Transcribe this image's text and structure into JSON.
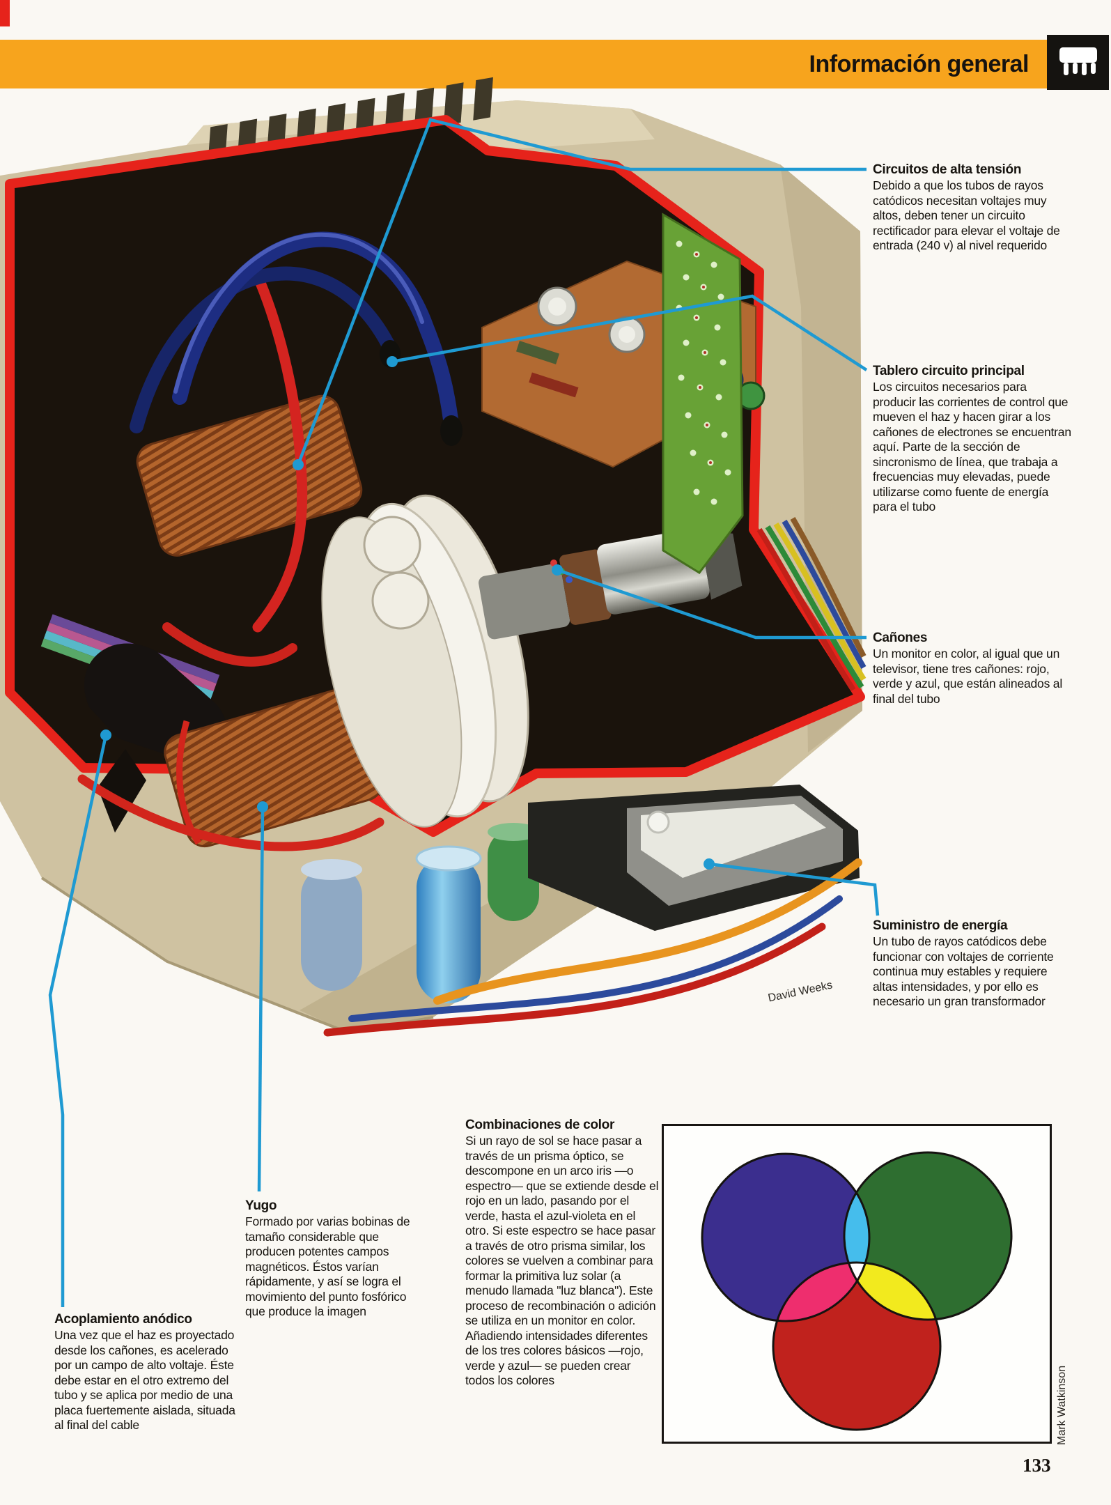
{
  "header": {
    "title": "Información general",
    "bar_color": "#f7a41d",
    "chip_icon": "ic-chip-icon"
  },
  "page": {
    "number": "133"
  },
  "colors": {
    "accent_orange": "#f7a41d",
    "accent_red": "#e6231b",
    "callout_blue": "#1f9ad2",
    "case_beige": "#cfc2a1",
    "text": "#17140f"
  },
  "callouts": [
    {
      "title": "Circuitos de alta tensión",
      "body": "Debido a que los tubos de rayos catódicos necesitan voltajes muy altos, deben tener un circuito rectificador para elevar el voltaje de entrada (240 v) al nivel requerido"
    },
    {
      "title": "Tablero circuito principal",
      "body": "Los circuitos necesarios para producir las corrientes de control que mueven el haz y hacen girar a los cañones de electrones se encuentran aquí. Parte de la sección de sincronismo de línea, que trabaja a frecuencias muy elevadas, puede utilizarse como fuente de energía para el tubo"
    },
    {
      "title": "Cañones",
      "body": "Un monitor en color, al igual que un televisor, tiene tres cañones: rojo, verde y azul, que están alineados al final del tubo"
    },
    {
      "title": "Suministro de energía",
      "body": "Un tubo de rayos catódicos debe funcionar con voltajes de corriente continua muy estables y requiere altas intensidades, y por ello es necesario un gran transformador"
    },
    {
      "title": "Yugo",
      "body": "Formado por varias bobinas de tamaño considerable que producen potentes campos magnéticos. Éstos varían rápidamente, y así se logra el movimiento del punto fosfórico que produce la imagen"
    },
    {
      "title": "Acoplamiento anódico",
      "body": "Una vez que el haz es proyectado desde los cañones, es acelerado por un campo de alto voltaje. Éste debe estar en el otro extremo del tubo y se aplica por medio de una placa fuertemente aislada, situada al final del cable"
    }
  ],
  "color_section": {
    "title": "Combinaciones de color",
    "body": "Si un rayo de sol se hace pasar a través de un prisma óptico, se descompone en un arco iris —o espectro— que se extiende desde el rojo en un lado, pasando por el verde, hasta el azul-violeta en el otro. Si este espectro se hace pasar a través de otro prisma similar, los colores se vuelven a combinar para formar la primitiva luz solar (a menudo llamada \"luz blanca\"). Este proceso de recombinación o adición se utiliza en un monitor en color. Añadiendo intensidades diferentes de los tres colores básicos —rojo, verde y azul— se pueden crear todos los colores"
  },
  "venn": {
    "description": "additive-rgb-color-mixing-diagram",
    "colors": {
      "blue": "#3b2e8e",
      "green": "#2e6e30",
      "red": "#c0221d",
      "cyan": "#45bdec",
      "magenta": "#ee2e6e",
      "yellow": "#f2ea1e",
      "center": "#ffffff",
      "outline": "#151310"
    }
  },
  "credits": {
    "illustrator": "David Weeks",
    "diagram_artist": "Mark Watkinson"
  }
}
